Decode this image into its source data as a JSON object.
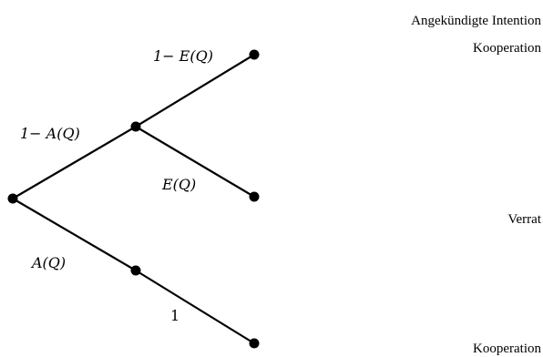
{
  "edges": [
    {
      "id": "root-to-middle",
      "label": "1− A(Q)"
    },
    {
      "id": "middle-to-top",
      "label": "1− E(Q)"
    },
    {
      "id": "middle-to-upper-mid",
      "label": "E(Q)"
    },
    {
      "id": "root-to-lower-mid",
      "label": "A(Q)"
    },
    {
      "id": "lower-mid-to-bottom",
      "label": "1"
    }
  ],
  "side_labels": {
    "header": "Angekündigte Intention",
    "top_outcome": "Kooperation",
    "middle_outcome": "Verrat",
    "bottom_outcome": "Kooperation"
  },
  "colors": {
    "line": "#000000",
    "node": "#000000",
    "background": "#ffffff"
  }
}
